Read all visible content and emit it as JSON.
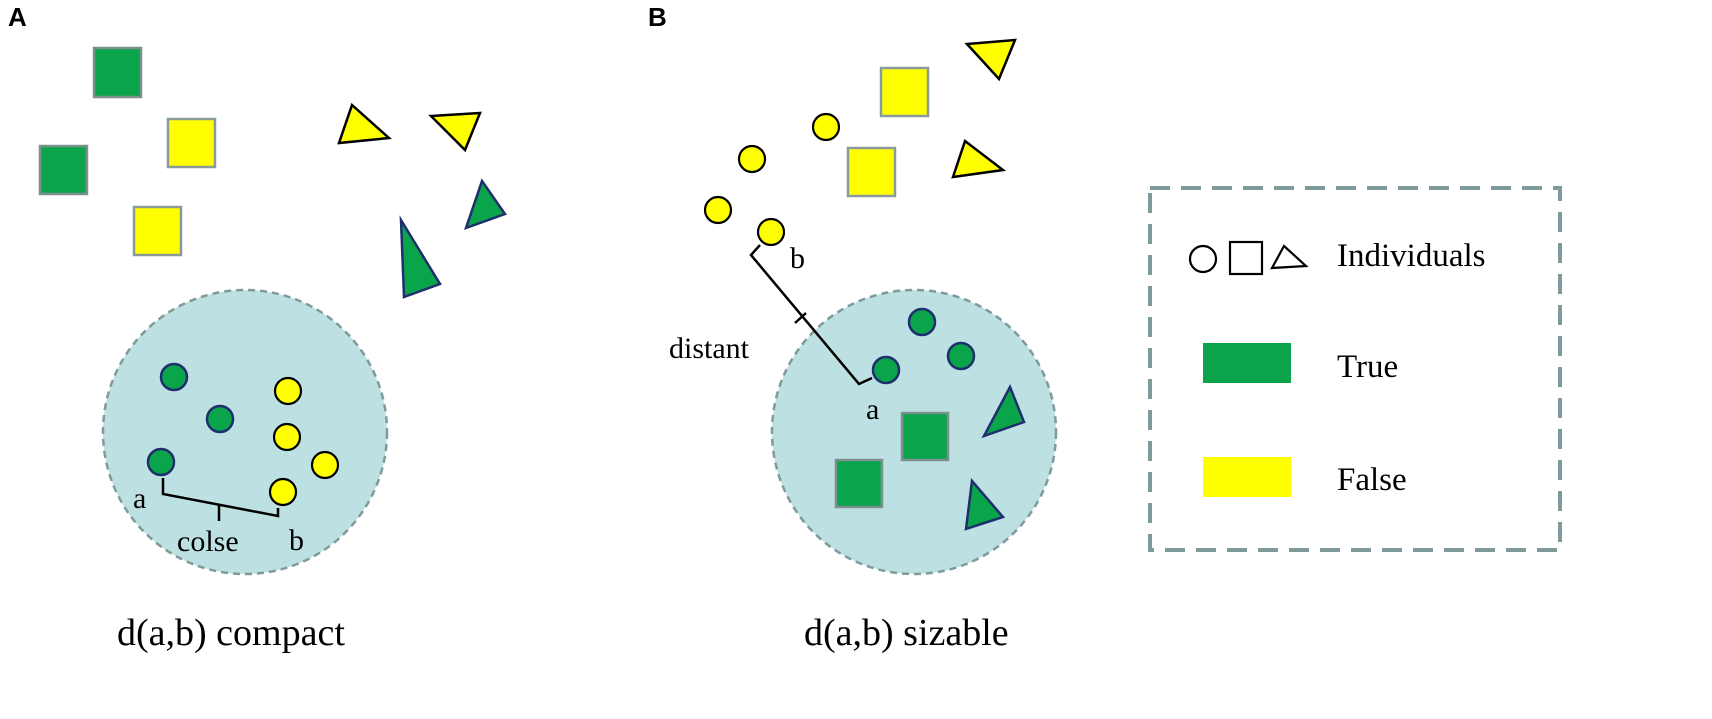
{
  "panels": {
    "a": {
      "letter": "A",
      "caption": "d(a,b) compact",
      "point_a_label": "a",
      "point_b_label": "b",
      "distance_label": "colse"
    },
    "b": {
      "letter": "B",
      "caption": "d(a,b) sizable",
      "point_a_label": "a",
      "point_b_label": "b",
      "distance_label": "distant"
    }
  },
  "legend": {
    "items": [
      {
        "shapes": [
          "circle-icon",
          "square-icon",
          "triangle-icon"
        ],
        "label": "Individuals"
      },
      {
        "swatch_color": "#0aa54a",
        "label": "True"
      },
      {
        "swatch_color": "#ffff00",
        "label": "False"
      }
    ]
  },
  "colors": {
    "true": "#0aa54a",
    "false": "#ffff00",
    "cluster": "#bde1e2",
    "dashed_border": "#7f9a9b"
  }
}
